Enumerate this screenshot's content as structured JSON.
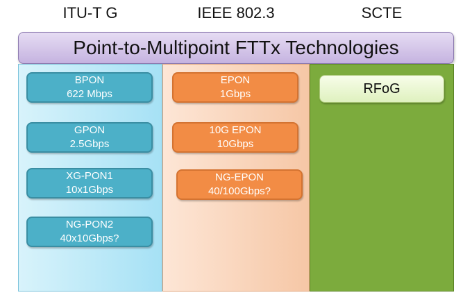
{
  "headers": {
    "itu": "ITU-T G",
    "ieee": "IEEE 802.3",
    "scte": "SCTE"
  },
  "banner": "Point-to-Multipoint FTTx Technologies",
  "itu_boxes": [
    {
      "name": "BPON",
      "rate": "622 Mbps"
    },
    {
      "name": "GPON",
      "rate": "2.5Gbps"
    },
    {
      "name": "XG-PON1",
      "rate": "10x1Gbps"
    },
    {
      "name": "NG-PON2",
      "rate": "40x10Gbps?"
    }
  ],
  "ieee_boxes": [
    {
      "name": "EPON",
      "rate": "1Gbps"
    },
    {
      "name": "10G EPON",
      "rate": "10Gbps"
    },
    {
      "name": "NG-EPON",
      "rate": "40/100Gbps?"
    }
  ],
  "scte_boxes": [
    {
      "name": "RFoG"
    }
  ],
  "colors": {
    "itu_box": "#4cb0c8",
    "ieee_box": "#f28c45",
    "scte_column": "#7cab3d",
    "banner": "#c5b3e0"
  }
}
